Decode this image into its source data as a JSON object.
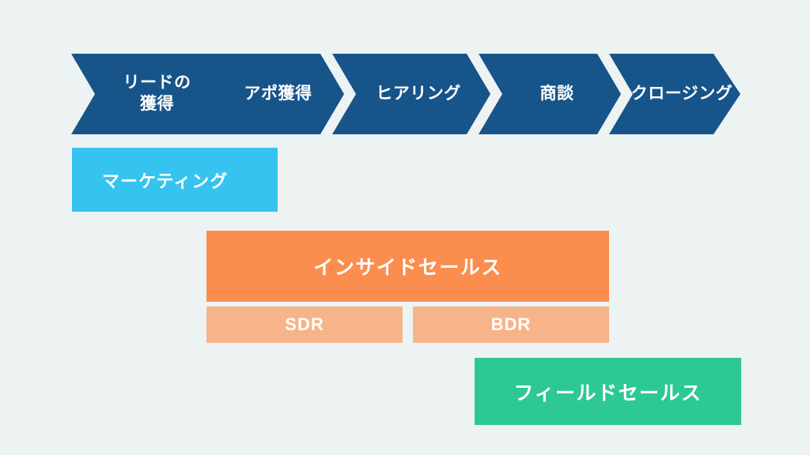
{
  "diagram": {
    "background_color": "#ecf3f2",
    "stage_row": {
      "color": "#17548a",
      "stages": [
        {
          "label": "リードの\n獲得",
          "name": "stage-lead-acquisition"
        },
        {
          "label": "アポ獲得",
          "name": "stage-appointment"
        },
        {
          "label": "ヒアリング",
          "name": "stage-hearing"
        },
        {
          "label": "商談",
          "name": "stage-negotiation"
        },
        {
          "label": "クロージング",
          "name": "stage-closing"
        }
      ]
    },
    "teams": [
      {
        "label": "マーケティング",
        "color": "#36c3ef",
        "name": "team-marketing"
      },
      {
        "label": "インサイドセールス",
        "color": "#fb8e4e",
        "name": "team-inside-sales"
      },
      {
        "label": "フィールドセールス",
        "color": "#2dc894",
        "name": "team-field-sales"
      }
    ],
    "inside_sales_subteams": [
      {
        "label": "SDR",
        "color": "#f8b489",
        "name": "subteam-sdr"
      },
      {
        "label": "BDR",
        "color": "#f8b489",
        "name": "subteam-bdr"
      }
    ]
  }
}
